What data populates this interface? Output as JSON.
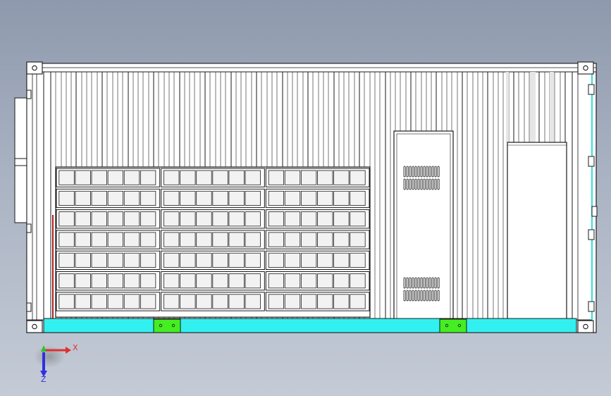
{
  "viewport": {
    "background_top": "#8e99ad",
    "background_bottom": "#c4cbd6"
  },
  "colors": {
    "line": "#1a1a1a",
    "panel": "#ffffff",
    "cell_fill": "#f2f2f2",
    "base_rail": "#33f0f0",
    "bracket": "#44ee22",
    "accent_red": "#b02020",
    "side_cyan": "#33dddd",
    "axis_x": "#e03030",
    "axis_y": "#30c030",
    "axis_z": "#3030e0"
  },
  "drawing": {
    "drive_bay_rows": 7,
    "drive_bays_per_row": 3,
    "cells_per_bay": 6,
    "base_brackets": 2,
    "vent_grill_groups": 4
  },
  "triad": {
    "x_label": "X",
    "z_label": "Z",
    "icons": [
      "axis-x-arrow-icon",
      "axis-y-arrow-icon",
      "axis-z-arrow-icon"
    ]
  }
}
